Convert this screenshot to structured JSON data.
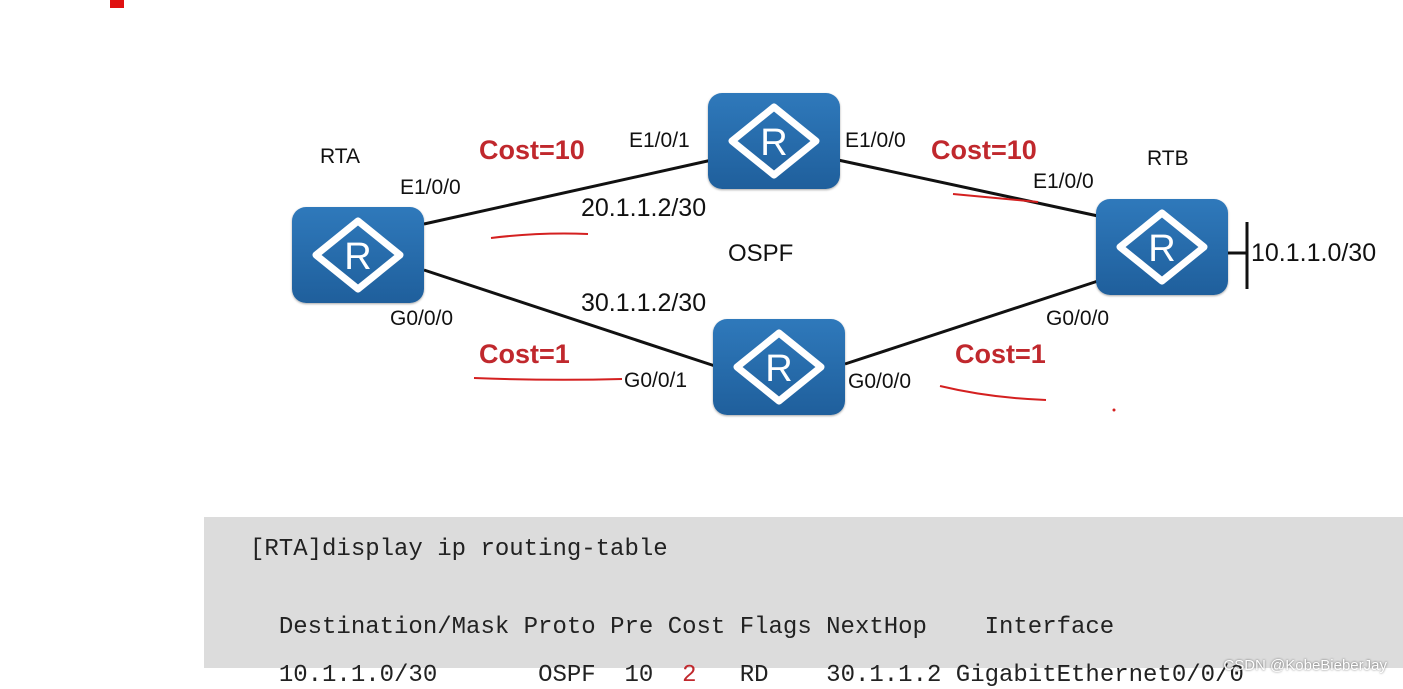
{
  "colors": {
    "router_fill": "#2468a8",
    "cost_text": "#c0282d",
    "annotation": "#d42020",
    "cli_panel": "#dcdcdc"
  },
  "icons": {
    "router": "router-icon"
  },
  "routers": {
    "rta": "RTA",
    "rtb": "RTB"
  },
  "network_label": "OSPF",
  "links": {
    "top_left": {
      "cost": "Cost=10",
      "rta_port": "E1/0/0",
      "r1_port": "E1/0/1",
      "ip": "20.1.1.2/30"
    },
    "top_right": {
      "cost": "Cost=10",
      "r1_port": "E1/0/0",
      "rtb_port": "E1/0/0"
    },
    "bottom_left": {
      "cost": "Cost=1",
      "rta_port": "G0/0/0",
      "r2_port": "G0/0/1",
      "ip": "30.1.1.2/30"
    },
    "bottom_right": {
      "cost": "Cost=1",
      "r2_port": "G0/0/0",
      "rtb_port": "G0/0/0"
    }
  },
  "stub_network": "10.1.1.0/30",
  "cli": {
    "command": "[RTA]display ip routing-table",
    "headers": [
      "Destination/Mask",
      "Proto",
      "Pre",
      "Cost",
      "Flags",
      "NextHop",
      "Interface"
    ],
    "row": {
      "destination": "10.1.1.0/30",
      "proto": "OSPF",
      "pre": "10",
      "cost": "2",
      "flags": "RD",
      "nexthop": "30.1.1.2",
      "interface": "GigabitEthernet0/0/0"
    }
  },
  "watermark": "CSDN @KobeBieberJay"
}
